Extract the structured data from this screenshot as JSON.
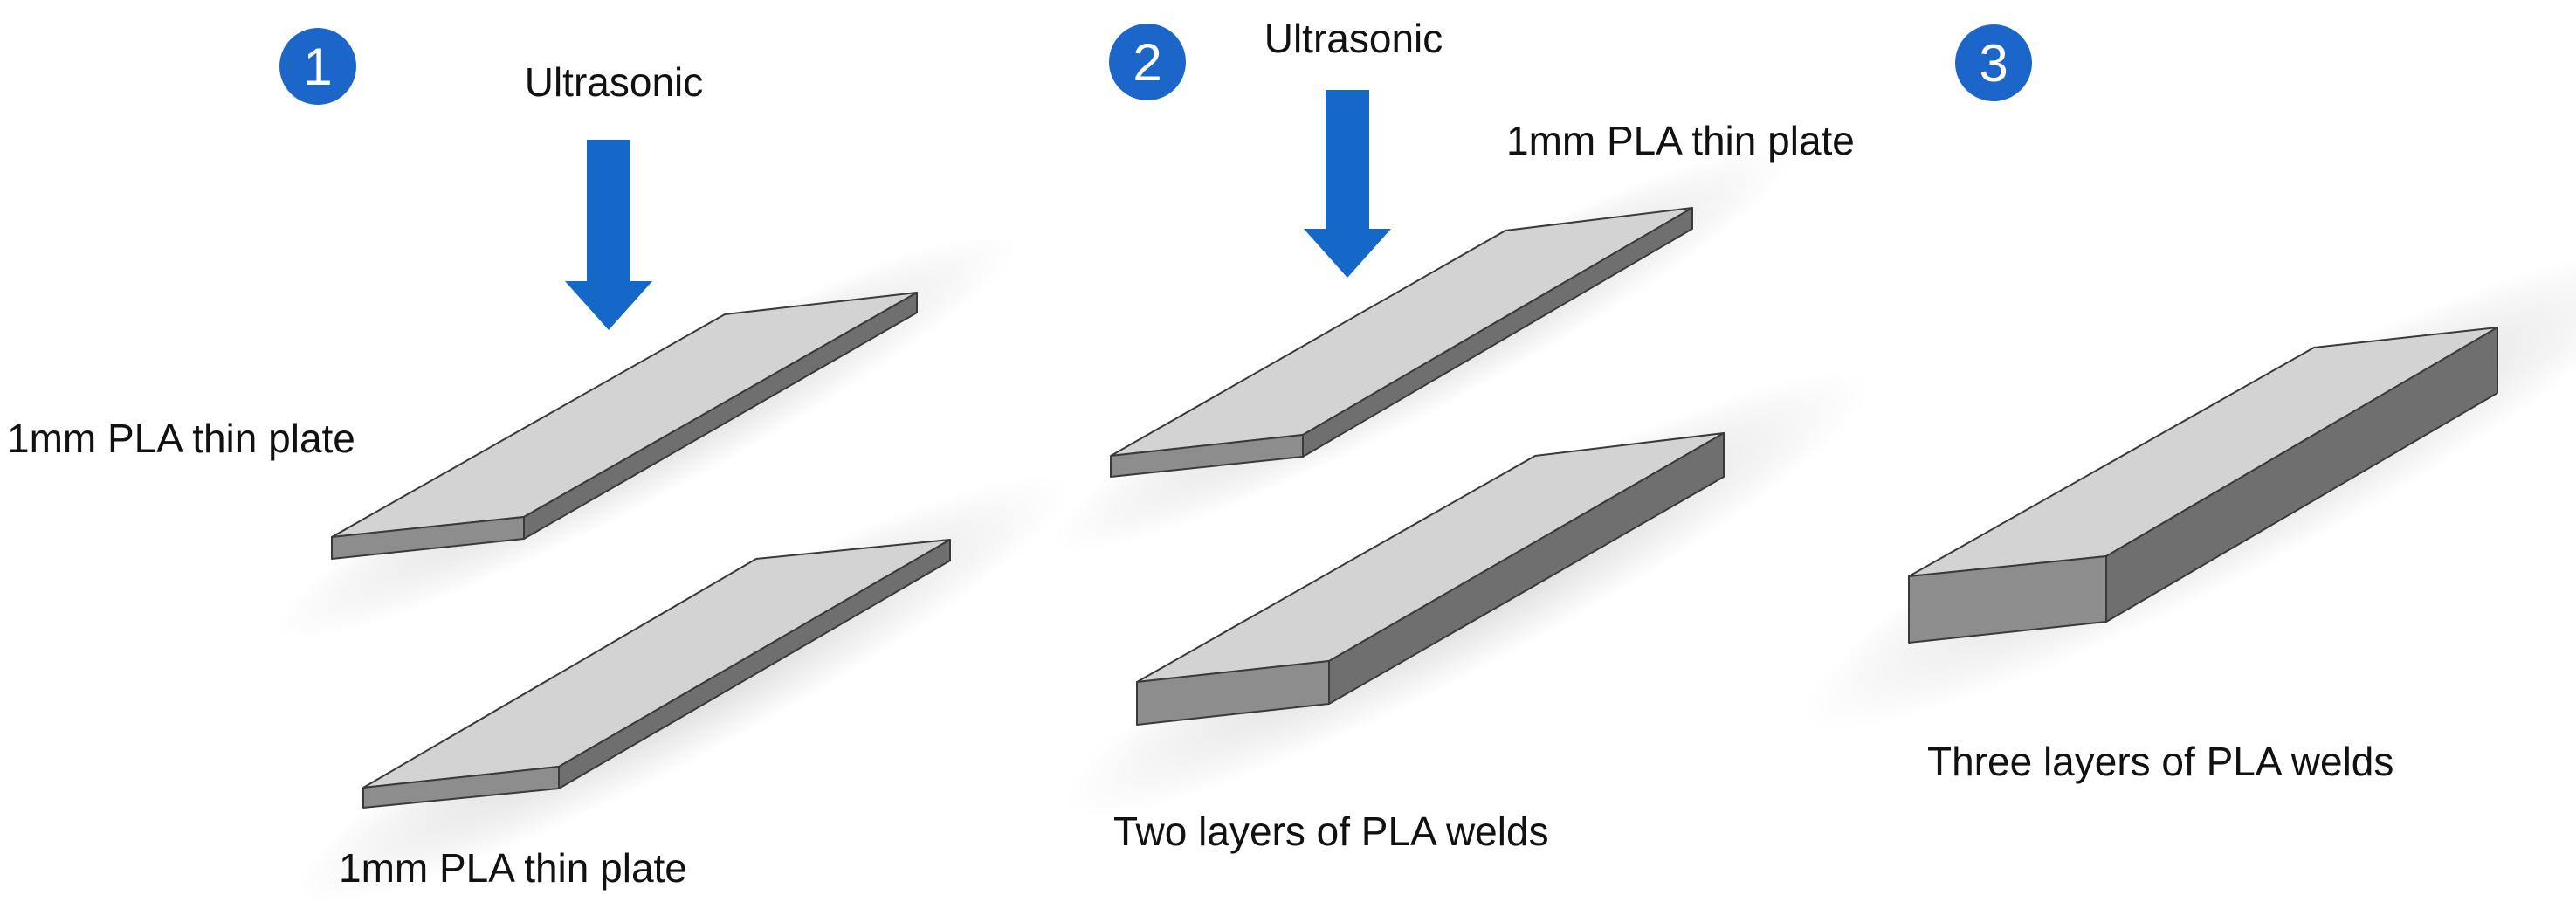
{
  "colors": {
    "badge": "#1d66c9",
    "arrow": "#1468c8",
    "plate_top": "#d3d3d3",
    "plate_front": "#8d8d8d",
    "plate_side": "#6f6f6f",
    "outline": "#3a3a3a"
  },
  "steps": [
    {
      "number": "1",
      "arrow_label": "Ultrasonic",
      "upper_label": "1mm PLA thin plate",
      "lower_label": "1mm PLA thin plate"
    },
    {
      "number": "2",
      "arrow_label": "Ultrasonic",
      "upper_label": "1mm PLA thin plate",
      "lower_label": "Two layers of PLA welds"
    },
    {
      "number": "3",
      "lower_label": "Three layers of PLA welds"
    }
  ]
}
